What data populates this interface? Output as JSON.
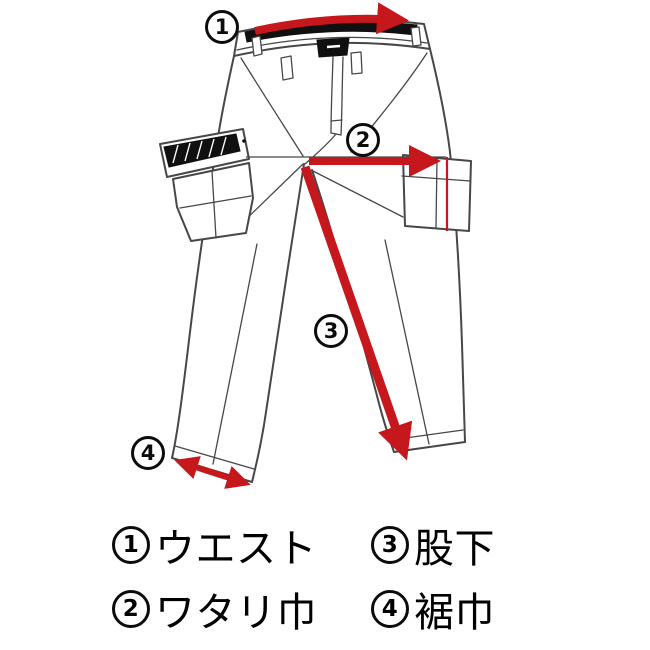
{
  "diagram": {
    "name": "pants-measurement-diagram",
    "colors": {
      "arrow": "#c5171c",
      "line": "#474747",
      "ink": "#101010"
    },
    "markers": [
      {
        "digit": "1",
        "measure": "waist"
      },
      {
        "digit": "2",
        "measure": "thigh-width"
      },
      {
        "digit": "3",
        "measure": "inseam"
      },
      {
        "digit": "4",
        "measure": "hem-width"
      }
    ]
  },
  "legend": {
    "items": [
      {
        "digit": "1",
        "text": "ウエスト"
      },
      {
        "digit": "2",
        "text": "ワタリ巾"
      },
      {
        "digit": "3",
        "text": "股下"
      },
      {
        "digit": "4",
        "text": "裾巾"
      }
    ]
  }
}
